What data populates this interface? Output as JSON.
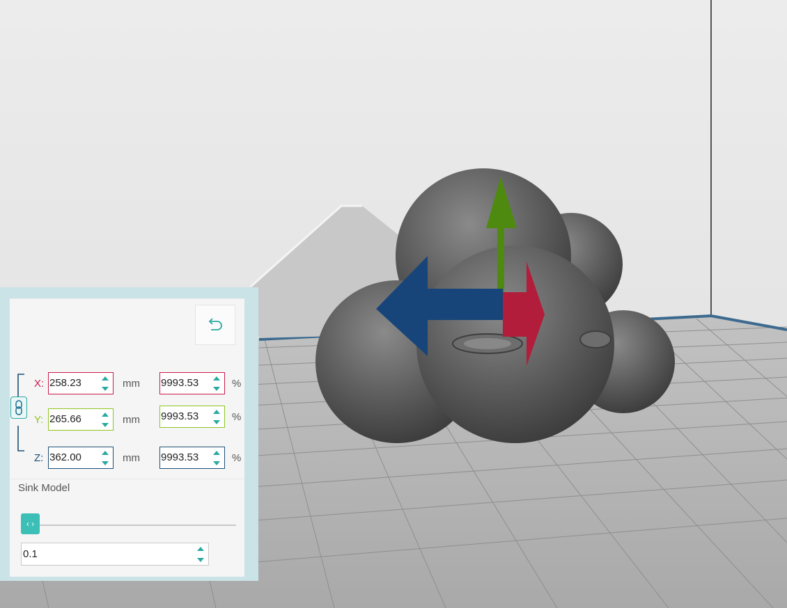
{
  "scale": {
    "reset_icon": "undo-icon",
    "link_icon": "chain-link-icon",
    "axes": [
      {
        "label": "X:",
        "mm": "258.23",
        "percent": "9993.53",
        "color": "#c8194a"
      },
      {
        "label": "Y:",
        "mm": "265.66",
        "percent": "9993.53",
        "color": "#8fc31f"
      },
      {
        "label": "Z:",
        "mm": "362.00",
        "percent": "9993.53",
        "color": "#1b4f75"
      }
    ],
    "unit_mm": "mm",
    "unit_percent": "%",
    "sink_label": "Sink Model",
    "sink_handle_glyph": "‹ ›",
    "sink_value": "0.1",
    "sink_slider_fraction": 0
  },
  "colors": {
    "accent": "#2aa9a0",
    "panel_border": "#c9e3e6",
    "gizmo_x": "#b11d3a",
    "gizmo_y": "#4f8a10",
    "gizmo_z": "#17457a"
  }
}
